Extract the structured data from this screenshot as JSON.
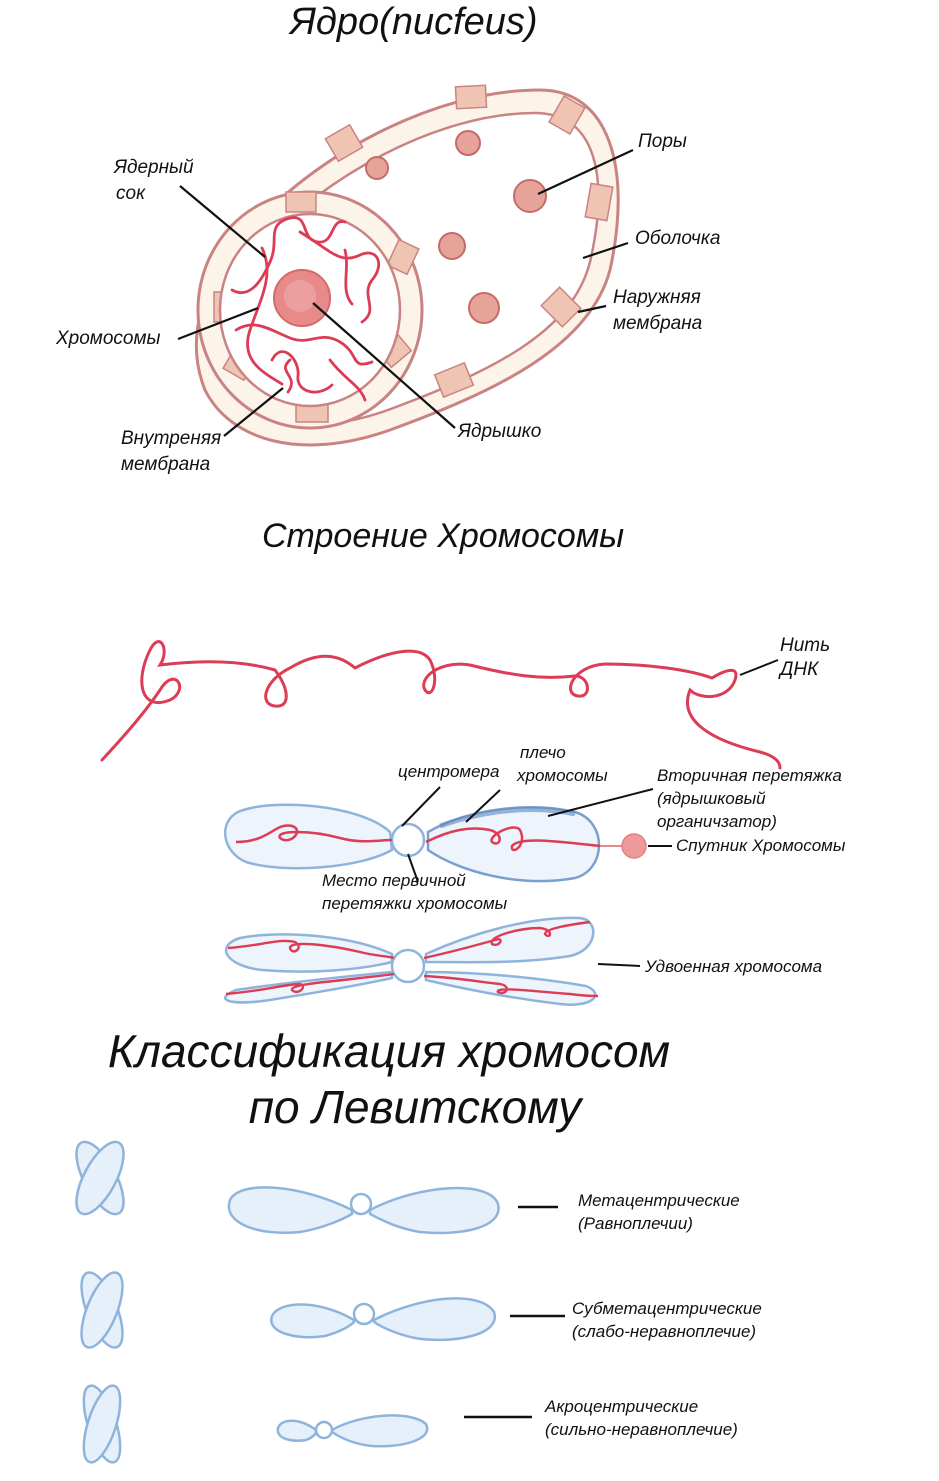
{
  "nucleus": {
    "title": "Ядро(nucfeus)",
    "labels": {
      "pores": "Поры",
      "shell": "Оболочка",
      "outer_membrane_1": "Наружняя",
      "outer_membrane_2": "мембрана",
      "nuclear_sap_1": "Ядерный",
      "nuclear_sap_2": "сок",
      "chromosomes": "Хромосомы",
      "inner_membrane_1": "Внутреняя",
      "inner_membrane_2": "мембрана",
      "nucleolus": "Ядрышко"
    }
  },
  "chromosome_structure": {
    "title": "Строение Хромосомы",
    "labels": {
      "dna_thread_1": "Нить",
      "dna_thread_2": "ДНК",
      "centromere": "центромера",
      "arm_1": "плечо",
      "arm_2": "хромосомы",
      "secondary_constriction_1": "Вторичная перетяжка",
      "secondary_constriction_2": "(ядрышковый",
      "secondary_constriction_3": "органичзатор)",
      "satellite": "Спутник Хромосомы",
      "primary_constriction_1": "Место первичной",
      "primary_constriction_2": "перетяжки хромосомы",
      "doubled": "Удвоенная хромосома"
    }
  },
  "classification": {
    "title_1": "Классификация хромосом",
    "title_2": "по Левитскому",
    "types": [
      {
        "name": "Метацентрические",
        "note": "(Равноплечии)"
      },
      {
        "name": "Субметацентрические",
        "note": "(слабо-неравноплечие)"
      },
      {
        "name": "Акроцентрические",
        "note": "(сильно-неравноплечие)"
      }
    ]
  },
  "colors": {
    "membrane": "#c98383",
    "membrane_fill": "#fdf4e9",
    "pore": "#f0c4b2",
    "chromatin": "#dc3c55",
    "nucleolus": "#e88a8a",
    "chromosome_outline": "#8fb4dc",
    "chromosome_fill": "#e6f0fa"
  }
}
